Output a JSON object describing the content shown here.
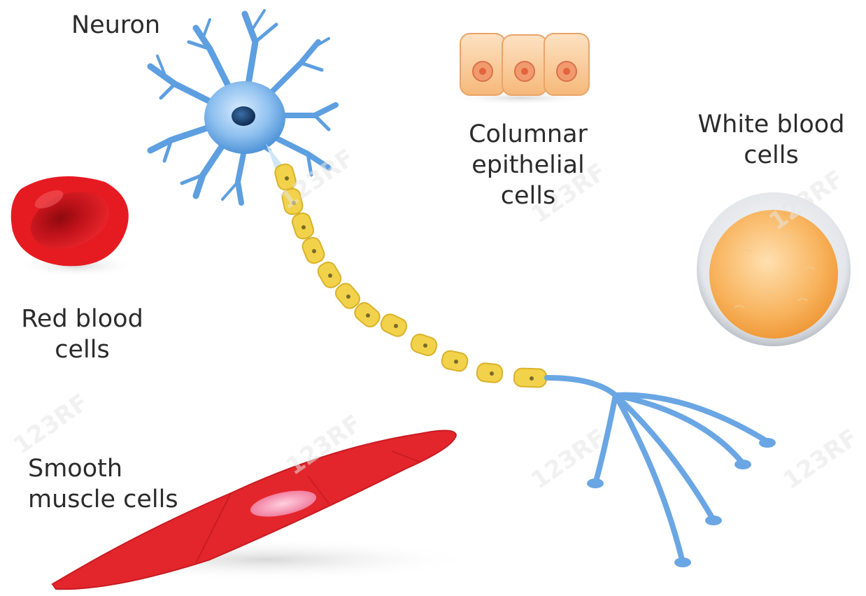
{
  "labels": {
    "neuron": "Neuron",
    "columnar_line1": "Columnar",
    "columnar_line2": "epithelial",
    "columnar_line3": "cells",
    "white_line1": "White blood",
    "white_line2": "cells",
    "red_line1": "Red blood",
    "red_line2": "cells",
    "smooth_line1": "Smooth",
    "smooth_line2": "muscle cells"
  },
  "watermark": "123RF",
  "colors": {
    "neuron": "#6fa8dc",
    "neuron_nucleus": "#1f4e79",
    "myelin": "#f2d24a",
    "epithelial": "#f7c08a",
    "epithelial_nucleus": "#e9825a",
    "red_blood_cell": "#d7141a",
    "white_blood_cell": "#f7a94a",
    "smooth_muscle": "#e3262c",
    "muscle_nucleus": "#f38aa8"
  }
}
